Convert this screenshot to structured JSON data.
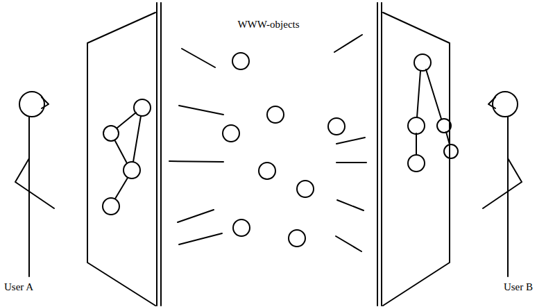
{
  "diagram": {
    "labels": [
      "WWW-objects",
      "User A",
      "User B"
    ]
  }
}
